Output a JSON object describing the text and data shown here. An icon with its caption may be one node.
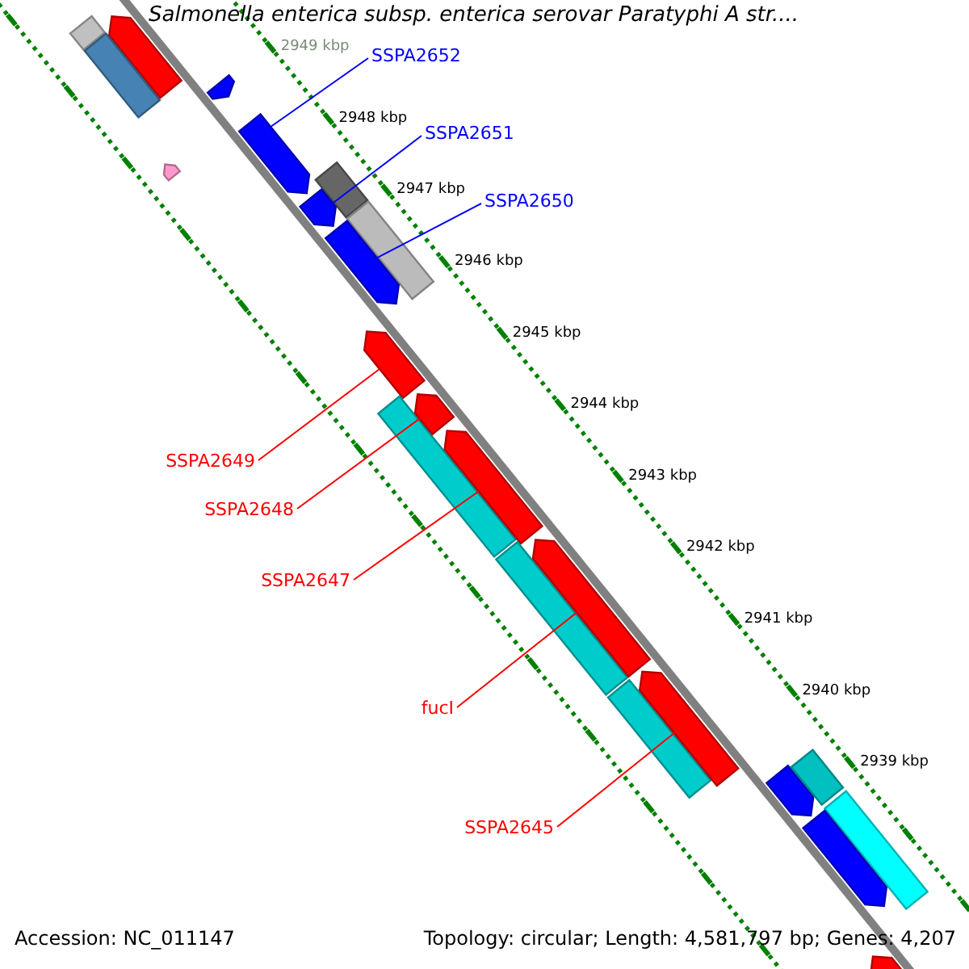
{
  "diagram": {
    "title": "Salmonella enterica subsp. enterica serovar Paratyphi A str....",
    "nodes": [
      {
        "text": [
          "SSPA2652"
        ]
      },
      {
        "text": [
          "SSPA2651"
        ]
      },
      {
        "text": [
          "SSPA2650"
        ]
      },
      {
        "text": [
          "SSPA2649"
        ]
      },
      {
        "text": [
          "SSPA2648"
        ]
      },
      {
        "text": [
          "SSPA2647"
        ]
      },
      {
        "text": [
          "fucI"
        ]
      },
      {
        "text": [
          "SSPA2645"
        ]
      },
      {
        "text": [],
        "shape": "bar"
      },
      {
        "text": [],
        "shape": "arrow"
      },
      {
        "text": [],
        "shape": "bar"
      },
      {
        "text": [],
        "shape": "arrow"
      },
      {
        "text": [],
        "shape": "arrow"
      },
      {
        "text": [],
        "shape": "arrow"
      },
      {
        "text": [],
        "shape": "bar"
      },
      {
        "text": [],
        "shape": "arrow"
      },
      {
        "text": [],
        "shape": "bar"
      },
      {
        "text": [],
        "shape": "arrow"
      },
      {
        "text": [],
        "shape": "arrow"
      },
      {
        "text": [],
        "shape": "bar"
      },
      {
        "text": [],
        "shape": "arrow"
      },
      {
        "text": [],
        "shape": "arrow"
      },
      {
        "text": [],
        "shape": "bar"
      },
      {
        "text": [],
        "shape": "arrow"
      },
      {
        "text": [],
        "shape": "bar"
      },
      {
        "text": [],
        "shape": "arrow"
      },
      {
        "text": [],
        "shape": "arrow"
      },
      {
        "text": [],
        "shape": "bar"
      },
      {
        "text": [],
        "shape": "bar"
      },
      {
        "text": [],
        "shape": "arrow"
      },
      {
        "text": [],
        "shape": "arrow"
      }
    ],
    "edges": [
      {
        "from": 0,
        "to": 13,
        "arrow": "none",
        "color": "#0000ff"
      },
      {
        "from": 1,
        "to": 15,
        "arrow": "none",
        "color": "#0000ff"
      },
      {
        "from": 2,
        "to": 17,
        "arrow": "none",
        "color": "#0000ff"
      },
      {
        "from": 3,
        "to": 18,
        "arrow": "none"
      },
      {
        "from": 4,
        "to": 20,
        "arrow": "none"
      },
      {
        "from": 5,
        "to": 21,
        "arrow": "none"
      },
      {
        "from": 6,
        "to": 23,
        "arrow": "none"
      },
      {
        "from": 7,
        "to": 25,
        "arrow": "none"
      }
    ],
    "labels": [
      "2949 kbp",
      "2948 kbp",
      "2947 kbp",
      "2946 kbp",
      "2945 kbp",
      "2944 kbp",
      "2943 kbp",
      "2942 kbp",
      "2941 kbp",
      "2940 kbp",
      "2939 kbp",
      "Accession: NC_011147",
      "Topology: circular; Length: 4,581,797 bp; Genes: 4,207"
    ]
  }
}
